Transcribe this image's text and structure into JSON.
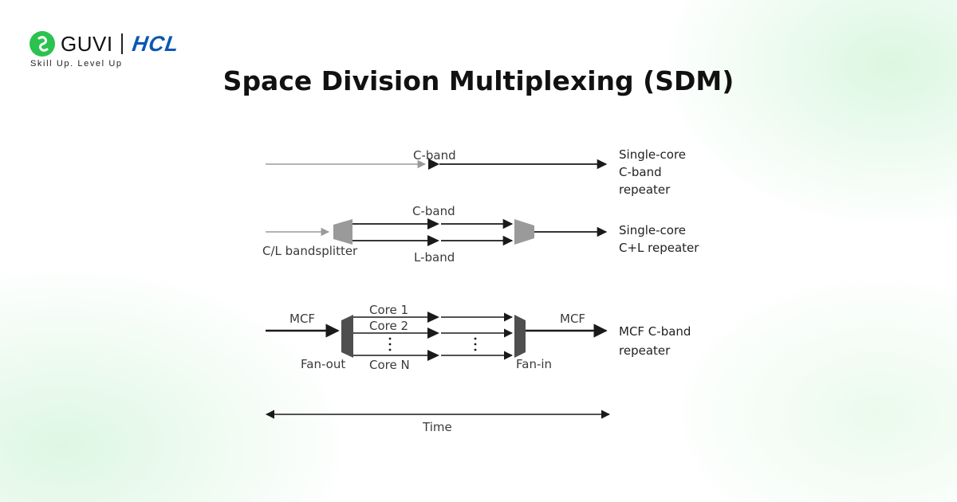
{
  "brand": {
    "guvi": "GUVI",
    "hcl": "HCL",
    "tagline": "Skill Up. Level Up"
  },
  "title": "Space Division Multiplexing (SDM)",
  "diagram": {
    "row1": {
      "band": "C-band",
      "desc": [
        "Single-core",
        "C-band",
        "repeater"
      ]
    },
    "row2": {
      "upper_band": "C-band",
      "lower_band": "L-band",
      "splitter": "C/L bandsplitter",
      "desc": [
        "Single-core",
        "C+L repeater"
      ]
    },
    "row3": {
      "input": "MCF",
      "output": "MCF",
      "core1": "Core 1",
      "core2": "Core 2",
      "coreN": "Core N",
      "fan_out": "Fan-out",
      "fan_in": "Fan-in",
      "desc": [
        "MCF C-band",
        "repeater"
      ]
    },
    "axis": "Time"
  },
  "colors": {
    "hcl_blue": "#0b58b3",
    "guvi_green": "#2bc24f",
    "mux_gray": "#9a9a9a",
    "fan_dark": "#4f4f4f",
    "line": "#1a1a1a"
  }
}
